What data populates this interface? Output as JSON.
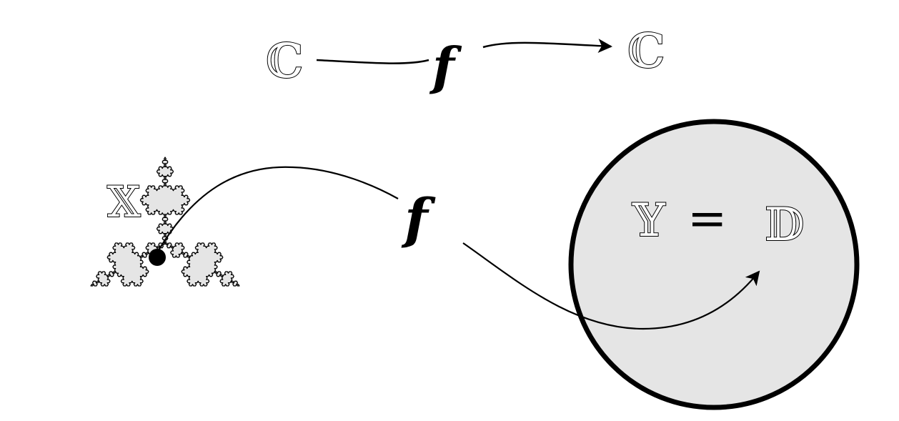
{
  "top_map": {
    "domain": "ℂ",
    "function": "f",
    "codomain": "ℂ"
  },
  "left_region": {
    "label": "𝕏",
    "shape": "koch-snowflake",
    "fill": "#e5e5e5"
  },
  "map": {
    "function": "f"
  },
  "right_region": {
    "label_left": "𝕐",
    "equals": "=",
    "label_right": "𝔻",
    "shape": "disk",
    "fill": "#e5e5e5"
  },
  "colors": {
    "fill": "#e5e5e5",
    "stroke": "#000000",
    "background": "#ffffff"
  }
}
